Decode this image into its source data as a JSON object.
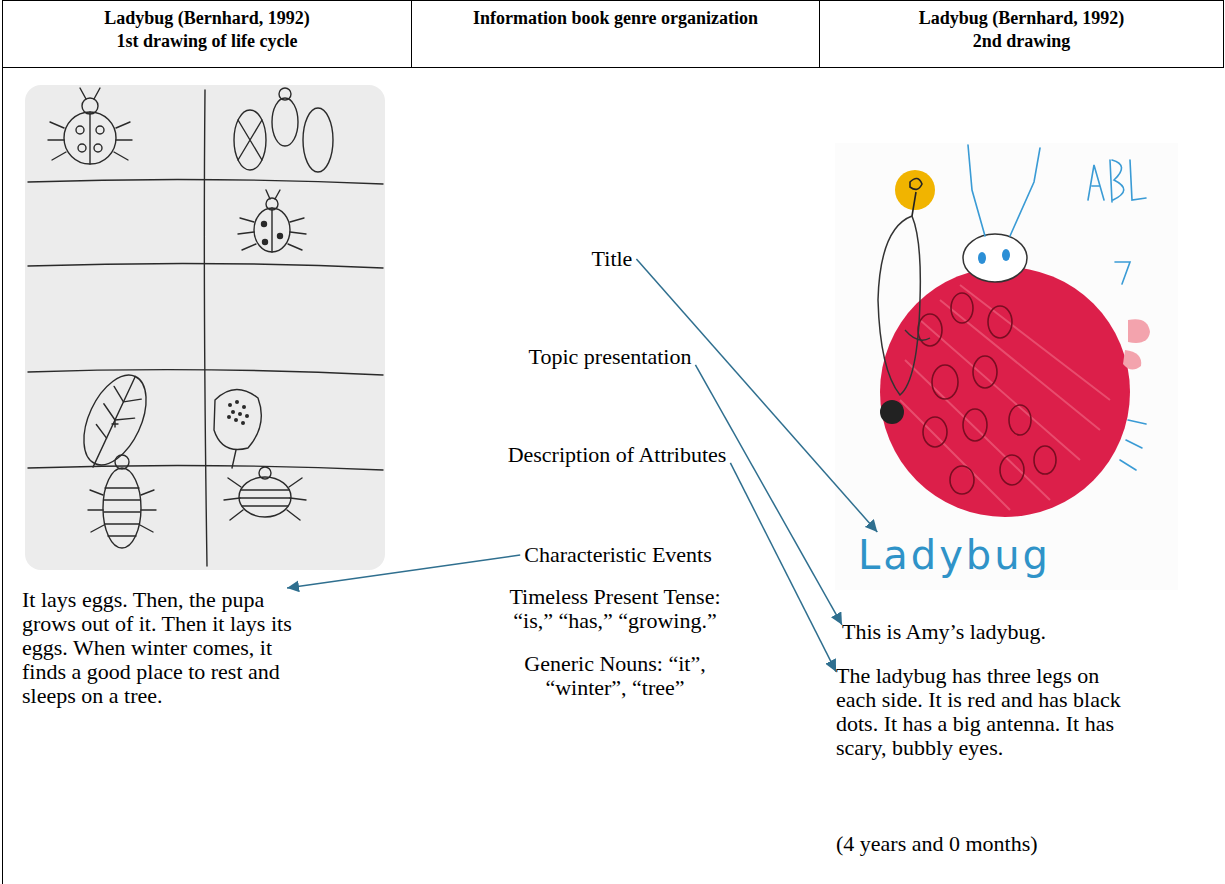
{
  "diagram": {
    "nodes": [
      {
        "text": [
          "Ladybug (Bernhard, 1992) 1st drawing of life cycle"
        ]
      },
      {
        "text": [
          "Information book genre organization"
        ]
      },
      {
        "text": [
          "Ladybug (Bernhard, 1992) 2nd drawing"
        ]
      },
      {
        "text": [
          "Title"
        ]
      },
      {
        "text": [
          "Topic presentation"
        ]
      },
      {
        "text": [
          "Description of Attributes"
        ]
      },
      {
        "text": [
          "Characteristic Events"
        ]
      },
      {
        "text": [
          "It lays eggs. Then, the pupa grows out of it. Then it lays its eggs. When winter comes, it finds a good place to rest and sleeps on a tree."
        ]
      },
      {
        "text": [
          "Ladybug"
        ]
      },
      {
        "text": [
          "This is Amy’s ladybug."
        ]
      },
      {
        "text": [
          "The ladybug has three legs on each side. It is red and has black dots. It has a big antenna. It has scary, bubbly eyes."
        ]
      }
    ],
    "edges": [
      {
        "from": 3,
        "to": 8,
        "arrow": "to"
      },
      {
        "from": 4,
        "to": 9,
        "arrow": "to"
      },
      {
        "from": 5,
        "to": 10,
        "arrow": "to"
      },
      {
        "from": 6,
        "to": 7,
        "arrow": "to"
      }
    ],
    "labels": [
      "Timeless Present Tense: “is,” “has,” “growing.”",
      "Generic Nouns: “it”, “winter”, “tree”",
      "(4 years and 0 months)"
    ]
  }
}
